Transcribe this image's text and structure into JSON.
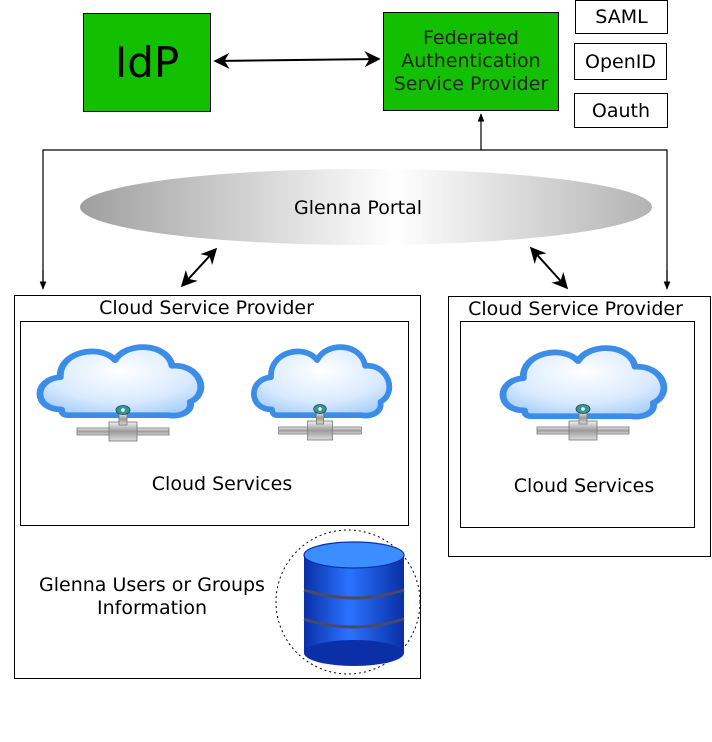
{
  "idp": {
    "label": "IdP"
  },
  "federated": {
    "label_lines": [
      "Federated",
      "Authentication",
      "Service Provider"
    ]
  },
  "protocols": [
    "SAML",
    "OpenID",
    "Oauth"
  ],
  "portal": {
    "label": "Glenna Portal"
  },
  "csp_left": {
    "title": "Cloud Service Provider",
    "services_label": "Cloud Services",
    "users_label_lines": [
      "Glenna Users or Groups",
      "Information"
    ]
  },
  "csp_right": {
    "title": "Cloud Service Provider",
    "services_label": "Cloud Services"
  },
  "colors": {
    "box_green": "#13c000",
    "cloud_blue": "#3b8de8",
    "cloud_fill_light": "#e9f3ff",
    "database_blue": "#1a55d8",
    "portal_gray": "#a6a6a6"
  },
  "icons": [
    "cloud-server-icon",
    "database-icon"
  ]
}
